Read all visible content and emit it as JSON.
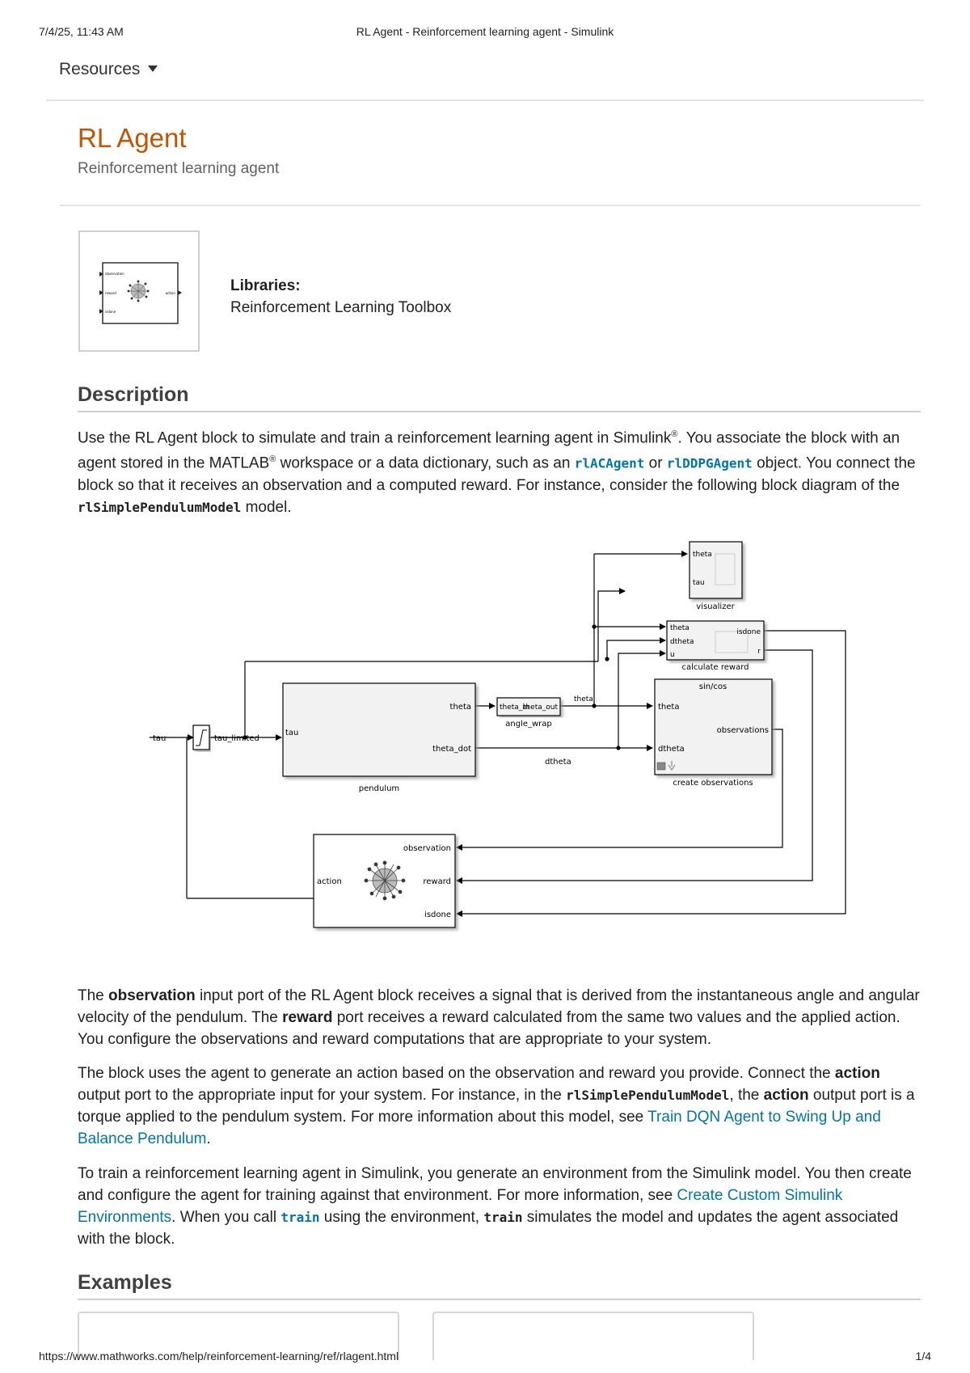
{
  "print_header": {
    "datetime": "7/4/25, 11:43 AM",
    "title": "RL Agent - Reinforcement learning agent - Simulink"
  },
  "print_footer": {
    "url": "https://www.mathworks.com/help/reinforcement-learning/ref/rlagent.html",
    "page": "1/4"
  },
  "nav": {
    "resources_label": "Resources",
    "resources_icon": "caret-down-icon"
  },
  "page": {
    "title": "RL Agent",
    "subtitle": "Reinforcement learning agent",
    "libraries_label": "Libraries:",
    "libraries_value": "Reinforcement Learning Toolbox"
  },
  "block_thumb": {
    "ports_in": [
      "observation",
      "reward",
      "isdone"
    ],
    "port_out": "action"
  },
  "description": {
    "heading": "Description",
    "p1": {
      "t1": "Use the RL Agent block to simulate and train a reinforcement learning agent in Simulink",
      "reg": "®",
      "t2": ". You associate the block with an agent stored in the MATLAB",
      "t3": " workspace or a data dictionary, such as an ",
      "code1": "rlACAgent",
      "t4": " or ",
      "code2": "rlDDPGAgent",
      "t5": " object. You connect the block so that it receives an observation and a computed reward. For instance, consider the following block diagram of the ",
      "code3": "rlSimplePendulumModel",
      "t6": " model."
    },
    "p2": {
      "t1": "The ",
      "b1": "observation",
      "t2": " input port of the RL Agent block receives a signal that is derived from the instantaneous angle and angular velocity of the pendulum. The ",
      "b2": "reward",
      "t3": " port receives a reward calculated from the same two values and the applied action. You configure the observations and reward computations that are appropriate to your system."
    },
    "p3": {
      "t1": "The block uses the agent to generate an action based on the observation and reward you provide. Connect the ",
      "b1": "action",
      "t2": " output port to the appropriate input for your system. For instance, in the ",
      "code1": "rlSimplePendulumModel",
      "t3": ", the ",
      "b2": "action",
      "t4": " output port is a torque applied to the pendulum system. For more information about this model, see ",
      "link1": "Train DQN Agent to Swing Up and Balance Pendulum",
      "t5": "."
    },
    "p4": {
      "t1": "To train a reinforcement learning agent in Simulink, you generate an environment from the Simulink model. You then create and configure the agent for training against that environment. For more information, see ",
      "link1": "Create Custom Simulink Environments",
      "t2": ". When you call ",
      "code1": "train",
      "t3": " using the environment, ",
      "code2": "train",
      "t4": " simulates the model and updates the agent associated with the block."
    }
  },
  "diagram": {
    "signals": {
      "tau": "tau",
      "tau_limited": "tau_limited",
      "theta": "theta",
      "dtheta": "dtheta"
    },
    "pendulum": {
      "name": "pendulum",
      "in": "tau",
      "out1": "theta",
      "out2": "theta_dot"
    },
    "angle_wrap": {
      "name": "angle_wrap",
      "in": "theta_in",
      "out": "theta_out"
    },
    "visualizer": {
      "name": "visualizer",
      "in1": "theta",
      "in2": "tau"
    },
    "calculate_reward": {
      "name": "calculate reward",
      "in1": "theta",
      "in2": "dtheta",
      "in3": "u",
      "out1": "isdone",
      "out2": "r"
    },
    "create_observations": {
      "name": "create observations",
      "title": "sin/cos",
      "in1": "theta",
      "in2": "dtheta",
      "out": "observations"
    },
    "rl_agent": {
      "in1": "observation",
      "in2": "reward",
      "in3": "isdone",
      "out": "action"
    }
  },
  "examples": {
    "heading": "Examples"
  }
}
